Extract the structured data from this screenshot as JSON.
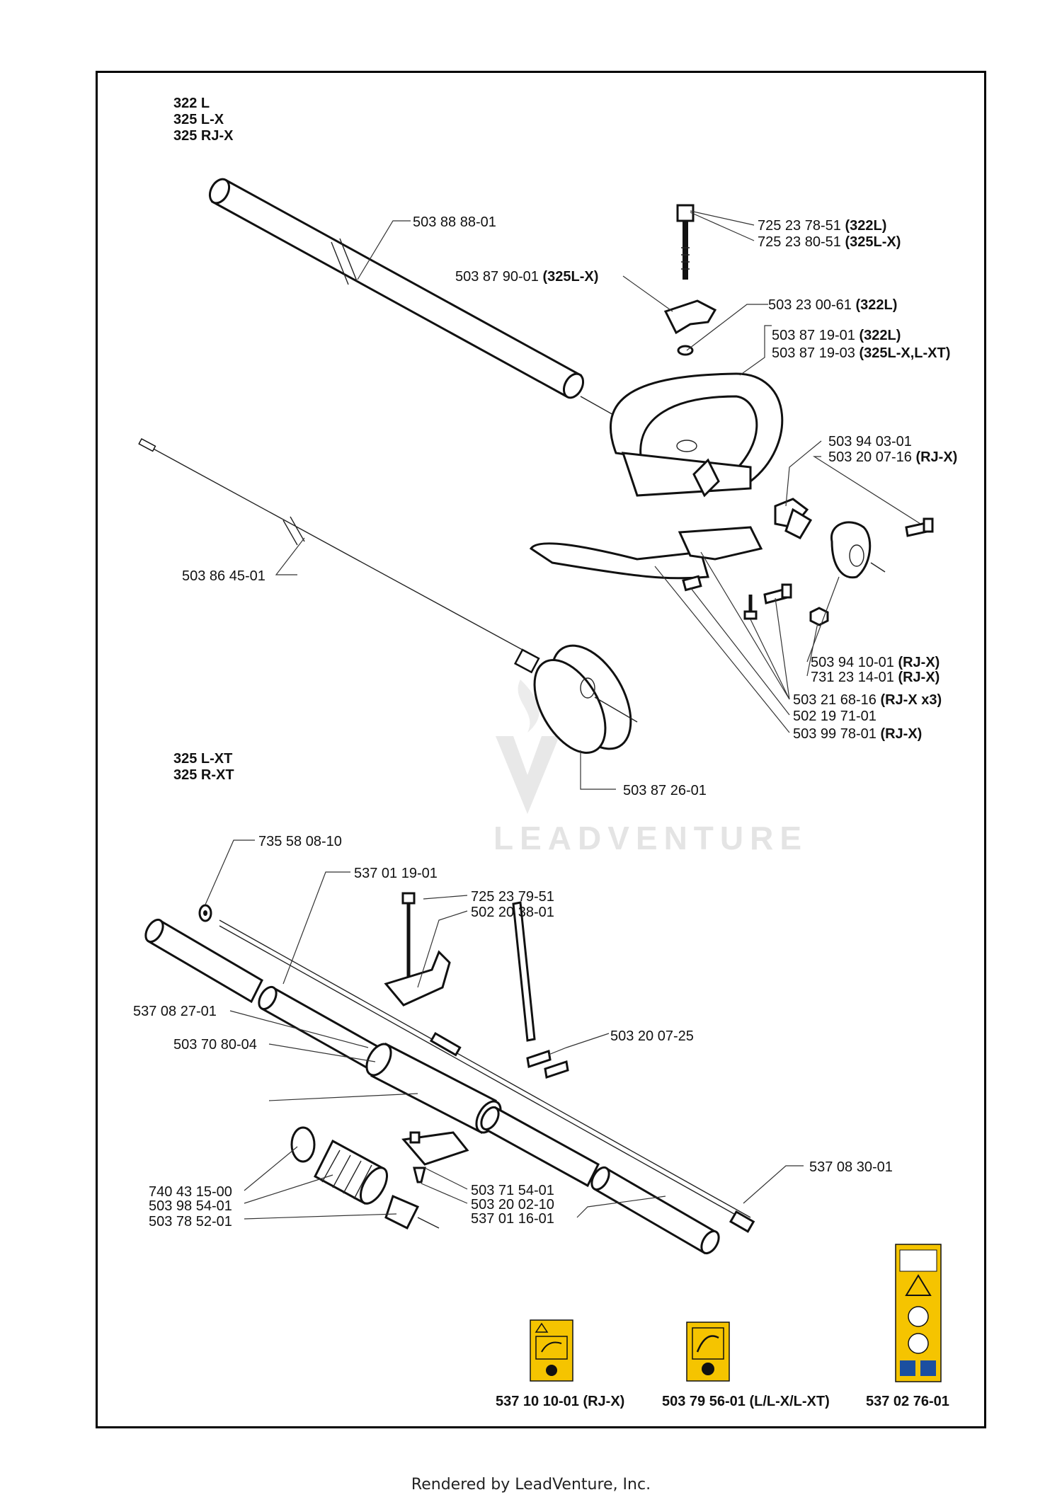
{
  "models_top": [
    "322 L",
    "325 L-X",
    "325 RJ-X"
  ],
  "models_bottom": [
    "325 L-XT",
    "325 R-XT"
  ],
  "labels": {
    "p1": {
      "num": "503 88 88-01",
      "note": ""
    },
    "p2": {
      "num": "725 23 78-51",
      "note": "(322L)"
    },
    "p3": {
      "num": "725 23 80-51",
      "note": "(325L-X)"
    },
    "p4": {
      "num": "503 87 90-01",
      "note": "(325L-X)"
    },
    "p5": {
      "num": "503 23 00-61",
      "note": "(322L)"
    },
    "p6": {
      "num": "503 87 19-01",
      "note": "(322L)"
    },
    "p7": {
      "num": "503 87 19-03",
      "note": "(325L-X,L-XT)"
    },
    "p8": {
      "num": "503 94 03-01",
      "note": ""
    },
    "p9": {
      "num": "503 20 07-16",
      "note": "(RJ-X)"
    },
    "p10": {
      "num": "503 86 45-01",
      "note": ""
    },
    "p11": {
      "num": "503 94 10-01",
      "note": "(RJ-X)"
    },
    "p12": {
      "num": "731 23 14-01",
      "note": "(RJ-X)"
    },
    "p13": {
      "num": "503 21 68-16",
      "note": "(RJ-X x3)"
    },
    "p14": {
      "num": "502 19 71-01",
      "note": ""
    },
    "p15": {
      "num": "503 99 78-01",
      "note": "(RJ-X)"
    },
    "p16": {
      "num": "503 87 26-01",
      "note": ""
    },
    "p17": {
      "num": "735 58 08-10",
      "note": ""
    },
    "p18": {
      "num": "537 01 19-01",
      "note": ""
    },
    "p19": {
      "num": "725 23 79-51",
      "note": ""
    },
    "p20": {
      "num": "502 20 38-01",
      "note": ""
    },
    "p21": {
      "num": "537 08 27-01",
      "note": ""
    },
    "p22": {
      "num": "503 20 07-25",
      "note": ""
    },
    "p23": {
      "num": "503 70 80-04",
      "note": ""
    },
    "p24": {
      "num": "537 08 30-01",
      "note": ""
    },
    "p25": {
      "num": "740 43 15-00",
      "note": ""
    },
    "p26": {
      "num": "503 98 54-01",
      "note": ""
    },
    "p27": {
      "num": "503 78 52-01",
      "note": ""
    },
    "p28": {
      "num": "503 71 54-01",
      "note": ""
    },
    "p29": {
      "num": "503 20 02-10",
      "note": ""
    },
    "p30": {
      "num": "537 01 16-01",
      "note": ""
    }
  },
  "stickers": [
    {
      "num": "537 10 10-01",
      "note": "(RJ-X)"
    },
    {
      "num": "503 79 56-01",
      "note": "(L/L-X/L-XT)"
    },
    {
      "num": "537 02 76-01",
      "note": ""
    }
  ],
  "watermark": "LEADVENTURE",
  "footer": "Rendered by LeadVenture, Inc.",
  "colors": {
    "sticker_yellow": "#f5c400",
    "line": "#111111",
    "watermark": "#e4e4e4"
  }
}
